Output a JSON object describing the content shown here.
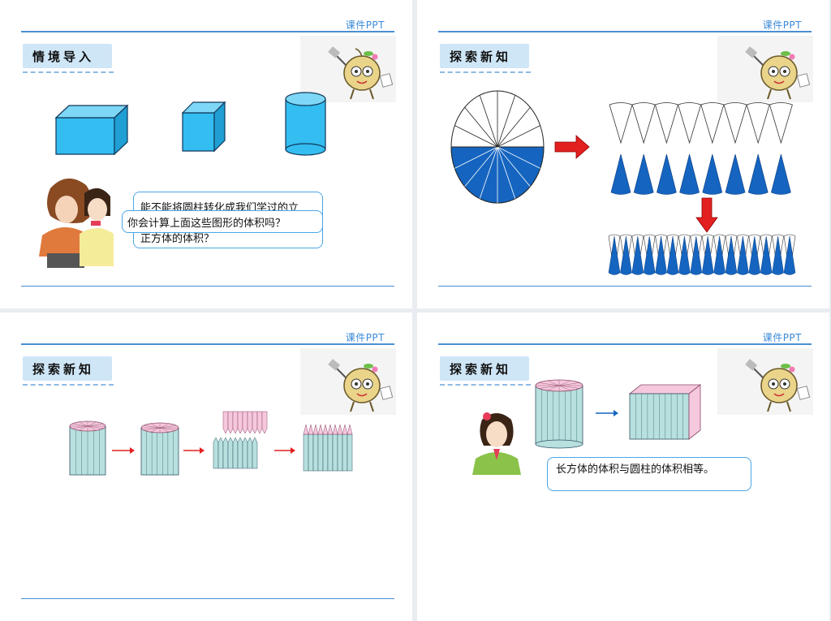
{
  "brand": "课件PPT",
  "slides": [
    {
      "title": "情境导入",
      "bubble_back": "能不能将圆柱转化成我们学过的立",
      "bubble_back_line2": "正方体的体积？",
      "bubble_front": "你会计算上面这些图形的体积吗？"
    },
    {
      "title": "探索新知"
    },
    {
      "title": "探索新知"
    },
    {
      "title": "探索新知",
      "caption": "长方体的体积与圆柱的体积相等。"
    }
  ],
  "colors": {
    "accent": "#4a8fd6",
    "title_bg": "#cfe6f7",
    "cyan": "#33bdf0",
    "blue": "#1565c0",
    "red": "#e32020",
    "pink": "#f6c8dd",
    "teal": "#b7e0de"
  }
}
